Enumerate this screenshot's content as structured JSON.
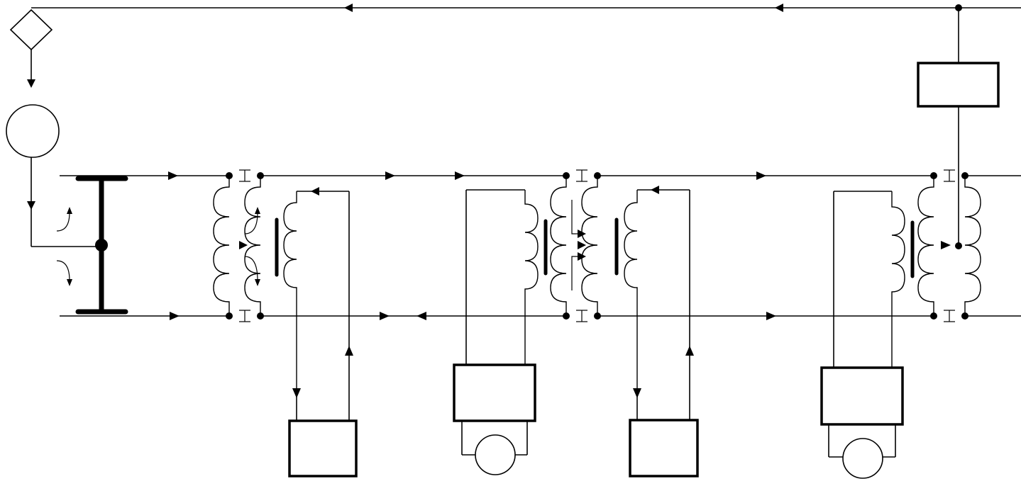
{
  "diagram": {
    "description_labels": [],
    "colors": {
      "line": "#000000",
      "background": "#ffffff"
    },
    "components": [
      "source-diamond",
      "generator-circle",
      "main-bus-bar",
      "top-return-line",
      "top-right-block",
      "rail-line-upper",
      "rail-line-lower",
      "impedance-bond-1",
      "impedance-bond-2",
      "impedance-bond-3",
      "track-relay-transformer-1",
      "track-relay-transformer-2",
      "track-relay-transformer-3",
      "receiver-block-1",
      "transmitter-block-2",
      "receiver-block-3",
      "transmitter-block-4",
      "motor-circle-2",
      "motor-circle-4"
    ]
  }
}
